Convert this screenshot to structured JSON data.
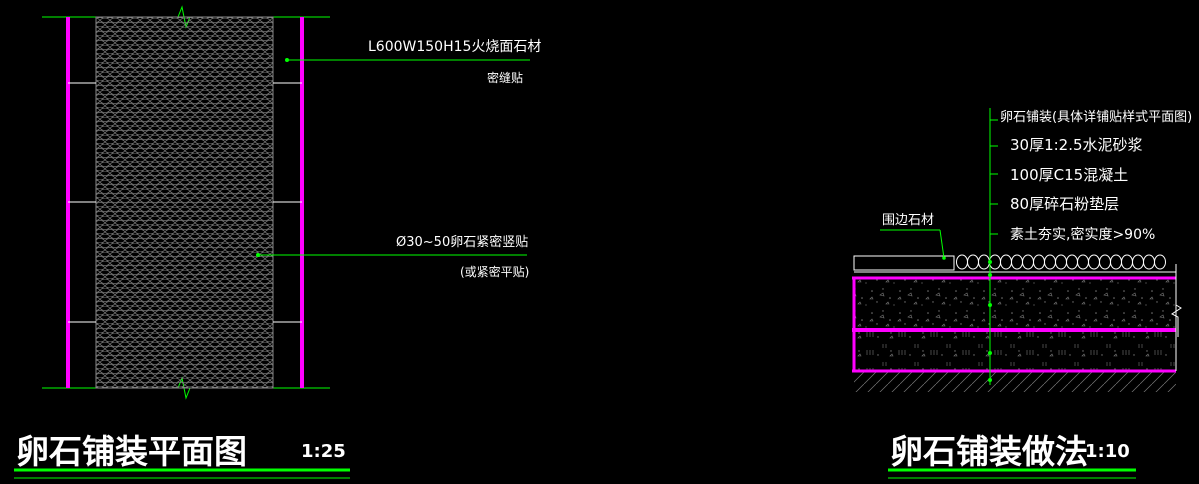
{
  "plan": {
    "title": "卵石铺装平面图",
    "scale": "1:25",
    "callout_stone": "L600W150H15火烧面石材",
    "callout_stone_note": "密缝贴",
    "callout_pebble": "Ø30~50卵石紧密竖贴",
    "callout_pebble_note": "(或紧密平贴)"
  },
  "section": {
    "title": "卵石铺装做法",
    "scale": "1:10",
    "layers": [
      "卵石铺装(具体详铺贴样式平面图)",
      "30厚1:2.5水泥砂浆",
      "100厚C15混凝土",
      "80厚碎石粉垫层",
      "素土夯实,密实度>90%"
    ],
    "edge_label": "围边石材"
  },
  "colors": {
    "border": "#ff00ff",
    "leader": "#00ff00",
    "text": "#ffffff",
    "hatch": "#888888"
  }
}
